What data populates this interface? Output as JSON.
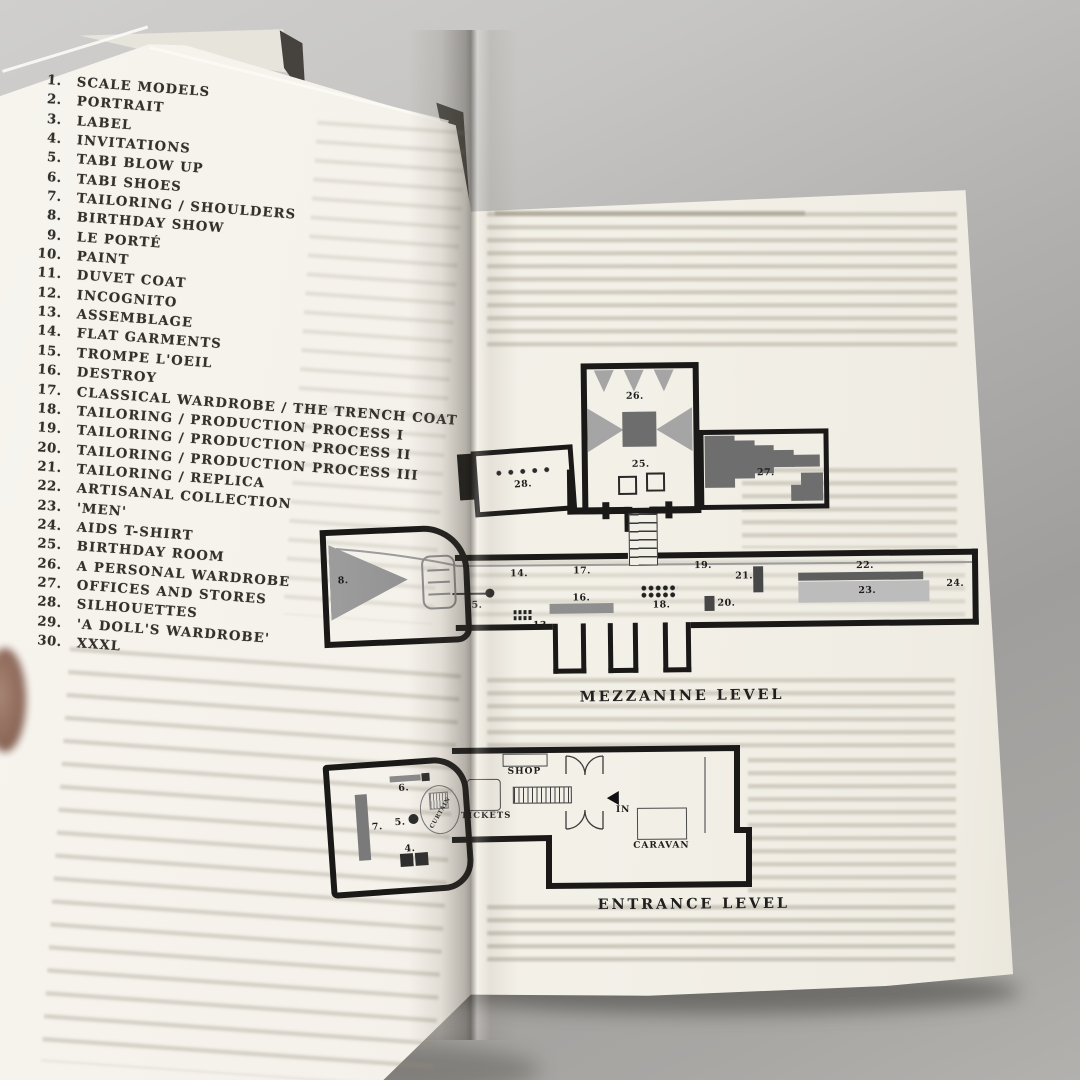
{
  "page_left": {
    "items": [
      {
        "n": "1.",
        "t": "SCALE MODELS"
      },
      {
        "n": "2.",
        "t": "PORTRAIT"
      },
      {
        "n": "3.",
        "t": "LABEL"
      },
      {
        "n": "4.",
        "t": "INVITATIONS"
      },
      {
        "n": "5.",
        "t": "TABI BLOW UP"
      },
      {
        "n": "6.",
        "t": "TABI SHOES"
      },
      {
        "n": "7.",
        "t": "TAILORING / SHOULDERS"
      },
      {
        "n": "8.",
        "t": "BIRTHDAY SHOW"
      },
      {
        "n": "9.",
        "t": "LE PORTÉ"
      },
      {
        "n": "10.",
        "t": "PAINT"
      },
      {
        "n": "11.",
        "t": "DUVET COAT"
      },
      {
        "n": "12.",
        "t": "INCOGNITO"
      },
      {
        "n": "13.",
        "t": "ASSEMBLAGE"
      },
      {
        "n": "14.",
        "t": "FLAT GARMENTS"
      },
      {
        "n": "15.",
        "t": "TROMPE L'OEIL"
      },
      {
        "n": "16.",
        "t": "DESTROY"
      },
      {
        "n": "17.",
        "t": "CLASSICAL WARDROBE / THE TRENCH COAT"
      },
      {
        "n": "18.",
        "t": "TAILORING / PRODUCTION PROCESS I"
      },
      {
        "n": "19.",
        "t": "TAILORING / PRODUCTION PROCESS II"
      },
      {
        "n": "20.",
        "t": "TAILORING / PRODUCTION PROCESS III"
      },
      {
        "n": "21.",
        "t": "TAILORING / REPLICA"
      },
      {
        "n": "22.",
        "t": "ARTISANAL COLLECTION"
      },
      {
        "n": "23.",
        "t": "'MEN'"
      },
      {
        "n": "24.",
        "t": "AIDS T-SHIRT"
      },
      {
        "n": "25.",
        "t": "BIRTHDAY ROOM"
      },
      {
        "n": "26.",
        "t": "A PERSONAL WARDROBE"
      },
      {
        "n": "27.",
        "t": "OFFICES AND STORES"
      },
      {
        "n": "28.",
        "t": "SILHOUETTES"
      },
      {
        "n": "29.",
        "t": "'A DOLL'S WARDROBE'"
      },
      {
        "n": "30.",
        "t": "XXXL"
      }
    ]
  },
  "page_right": {
    "mezzanine": {
      "title": "MEZZANINE LEVEL",
      "markers": {
        "m8": "8.",
        "m13": "13.",
        "m14": "14.",
        "m15": "15.",
        "m16": "16.",
        "m17": "17.",
        "m18": "18.",
        "m19": "19.",
        "m20": "20.",
        "m21": "21.",
        "m22": "22.",
        "m23": "23.",
        "m24": "24.",
        "m25": "25.",
        "m26": "26.",
        "m27": "27.",
        "m28": "28."
      }
    },
    "entrance": {
      "title": "ENTRANCE LEVEL",
      "markers": {
        "m4": "4.",
        "m5": "5.",
        "m6": "6.",
        "m7": "7."
      },
      "labels": {
        "shop": "SHOP",
        "tickets": "TICKETS",
        "curtain": "CURTAIN",
        "caravan": "CARAVAN",
        "in_": "IN"
      }
    }
  },
  "colors": {
    "background": "#b2b0ae",
    "page": "#f3f0e8",
    "ink": "#34312c",
    "wall": "#1a1918",
    "fill_gray": "#a5a5a5",
    "fill_dark": "#6d6d6d"
  }
}
